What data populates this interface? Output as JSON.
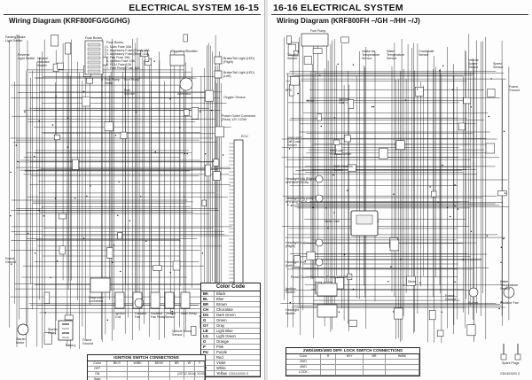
{
  "left_page": {
    "header": "ELECTRICAL SYSTEM 16-15",
    "subtitle": "Wiring Diagram (KRF800FG/GG/HG)",
    "labels": [
      "Parking Brake Light Switch",
      "Reverse Light Switch",
      "Neutral Indicator Switch",
      "Fuse Boxes",
      "Fuse Boxes",
      "1. Main Fuse 30A",
      "2. Accessory Fuse (Front) 10A",
      "3. Accessory Fuse (Rear) 10A",
      "4. Fan Fuse 15A",
      "5. Ignition Fuse 10A",
      "6. ECU Fuse 10A",
      "7. Fuel Pump Fuse 10A",
      "Fuel Pump Relay",
      "Fuel Pump",
      "Regulator/Rectifier",
      "Brake/Tail Light (LED) (Right)",
      "Brake/Tail Light (LED) (Left)",
      "Alternator",
      "Power Outlet Connector (Rear) 12V 120W",
      "ECU",
      "Frame Ground",
      "Starter Motor",
      "Starter Relay",
      "Battery",
      "Frame Ground",
      "Diagnostic Connector",
      "Radiator Fan",
      "Radiator Fan Relay",
      "Ignition Coil",
      "Throttle Sensor",
      "Fuel Injector",
      "Main Relay",
      "Vehicle Down Sensor",
      "Oxygen Sensor"
    ],
    "color_code": {
      "title": "Color Code",
      "rows": [
        {
          "code": "BK",
          "name": "Black"
        },
        {
          "code": "BL",
          "name": "Blue"
        },
        {
          "code": "BR",
          "name": "Brown"
        },
        {
          "code": "CH",
          "name": "Chocolate"
        },
        {
          "code": "DG",
          "name": "Dark Green"
        },
        {
          "code": "G",
          "name": "Green"
        },
        {
          "code": "GY",
          "name": "Gray"
        },
        {
          "code": "LB",
          "name": "Light Blue"
        },
        {
          "code": "LG",
          "name": "Light Green"
        },
        {
          "code": "O",
          "name": "Orange"
        },
        {
          "code": "P",
          "name": "Pink"
        },
        {
          "code": "PU",
          "name": "Purple"
        },
        {
          "code": "R",
          "name": "Red"
        },
        {
          "code": "V",
          "name": "Violet"
        },
        {
          "code": "W",
          "name": "White"
        },
        {
          "code": "Y",
          "name": "Yellow"
        }
      ]
    },
    "ignition_table": {
      "title": "IGNITION SWITCH CONNECTIONS",
      "headers": [
        "Color",
        "BK/Y",
        "W/BK",
        "BK/W",
        "BR",
        "W",
        "Y"
      ],
      "rows": [
        [
          "OFF",
          "",
          "",
          "",
          "",
          "",
          ""
        ],
        [
          "ON",
          "",
          "",
          "",
          "",
          "",
          ""
        ],
        [
          "Start",
          "",
          "",
          "",
          "",
          "",
          ""
        ]
      ]
    },
    "doc_code": "(28732-5044) 304SG",
    "page_code": "GD0410000 S"
  },
  "right_page": {
    "header": "16-16 ELECTRICAL SYSTEM",
    "subtitle": "Wiring Diagram (KRF800FH –/GH –/HH –/J)",
    "labels": [
      "Fuel Pump",
      "Intake Air Temperature Sensor",
      "Water Temperature Sensor",
      "Crankshaft Sensor",
      "Vehicle Speed Sensor",
      "Speed Sensor",
      "Frame Ground",
      "Throttle Sensor",
      "EFS",
      "ECU",
      "Ignition Coil",
      "Diff./Lock Position Switch",
      "2WD Position Switch",
      "4WD/4WD Diff. Lock Switch",
      "Headlight (Hi) (Right) KRF800FH/GH",
      "Headlight (Hi) (Left) KRF800FH/GH",
      "Meter Unit",
      "Headlight (Lo) (Right)",
      "Headlight (Lo) (Left)",
      "Power Outlet Connector (Front) 12V 120W",
      "Headlight Switch",
      "Ignition Switch",
      "Diode",
      "Frame Ground",
      "Buzzer",
      "Water Temperature Sensor",
      "Radiator Fan",
      "Spark Plugs"
    ],
    "switch_table": {
      "title": "2WD/4WD/4WD DIFF. LOCK SWITCH CONNECTIONS",
      "headers": [
        "Color",
        "R",
        "W/Y",
        "BR",
        "W/BK"
      ],
      "rows": [
        [
          "2WD",
          "",
          "",
          "",
          ""
        ],
        [
          "4WD",
          "",
          "",
          "",
          ""
        ],
        [
          "LOCK",
          "",
          "",
          "",
          ""
        ]
      ]
    },
    "page_code": "GD0402000 S"
  }
}
